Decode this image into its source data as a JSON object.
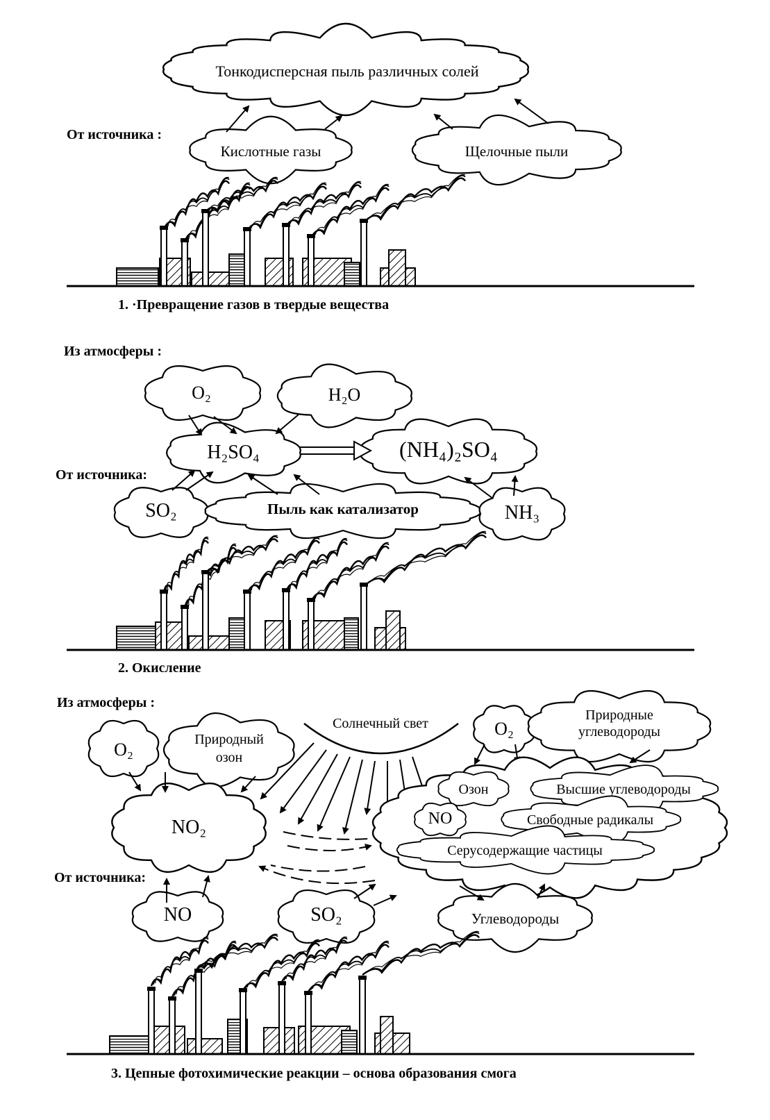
{
  "panel1": {
    "from_source": "От источника :",
    "cloud_top": "Тонкодисперсная пыль различных солей",
    "cloud_acid": "Кислотные газы",
    "cloud_alkali": "Щелочные пыли",
    "caption": "1. ·Превращение газов в твердые вещества"
  },
  "panel2": {
    "from_atmosphere": "Из атмосферы :",
    "from_source": "От источника:",
    "cloud_o2": "O₂",
    "cloud_h2o": "H₂O",
    "cloud_h2so4": "H₂SO₄",
    "cloud_nh4so4": "(NH₄)₂SO₄",
    "cloud_so2": "SO₂",
    "cloud_dust": "Пыль как катализатор",
    "cloud_nh3": "NH₃",
    "caption": "2.   Окисление"
  },
  "panel3": {
    "from_atmosphere": "Из атмосферы :",
    "from_source": "От источника:",
    "sunlight": "Солнечный свет",
    "cloud_o2_left": "O₂",
    "cloud_ozone_nat_1": "Природный",
    "cloud_ozone_nat_2": "озон",
    "cloud_no2": "NO₂",
    "cloud_o2_right": "O₂",
    "cloud_hc_nat_1": "Природные",
    "cloud_hc_nat_2": "углеводороды",
    "cloud_ozone": "Озон",
    "cloud_higher_hc": "Высшие углеводороды",
    "cloud_no_inner": "NO",
    "cloud_radicals": "Свободные радикалы",
    "cloud_sulfur": "Серусодержащие частицы",
    "cloud_no": "NO",
    "cloud_so2": "SO₂",
    "cloud_hc": "Углеводороды",
    "caption": "3. Цепные фотохимические реакции – основа образования смога"
  }
}
